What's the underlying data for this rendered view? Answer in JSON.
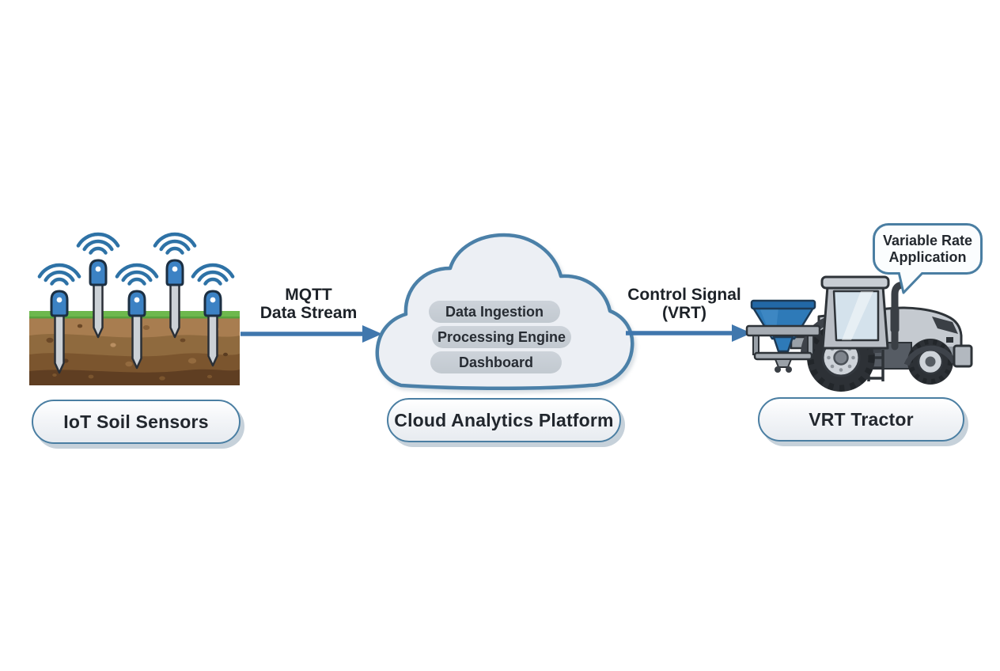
{
  "background": "#ffffff",
  "colors": {
    "accent_blue": "#4a7ea2",
    "arrow_blue": "#4077ad",
    "wifi_blue": "#2e72a6",
    "sensor_cap_blue": "#3c82c4",
    "hopper_blue": "#2e7ab8",
    "grass_green": "#6db84d",
    "soil_brown": "#8f6a3e",
    "cloud_fill": "#eceff4",
    "component_pill_gray": "#c7ced5",
    "text_dark": "#22272e"
  },
  "nodes": {
    "soil_sensors": {
      "label": "IoT Soil Sensors",
      "sensor_count": 5
    },
    "cloud": {
      "label": "Cloud Analytics Platform",
      "components": [
        "Data Ingestion",
        "Processing Engine",
        "Dashboard"
      ]
    },
    "tractor": {
      "label": "VRT Tractor",
      "callout_line1": "Variable Rate",
      "callout_line2": "Application"
    }
  },
  "flows": {
    "sensors_to_cloud": {
      "line1": "MQTT",
      "line2": "Data Stream"
    },
    "cloud_to_tractor": {
      "line1": "Control Signal",
      "line2": "(VRT)"
    }
  }
}
